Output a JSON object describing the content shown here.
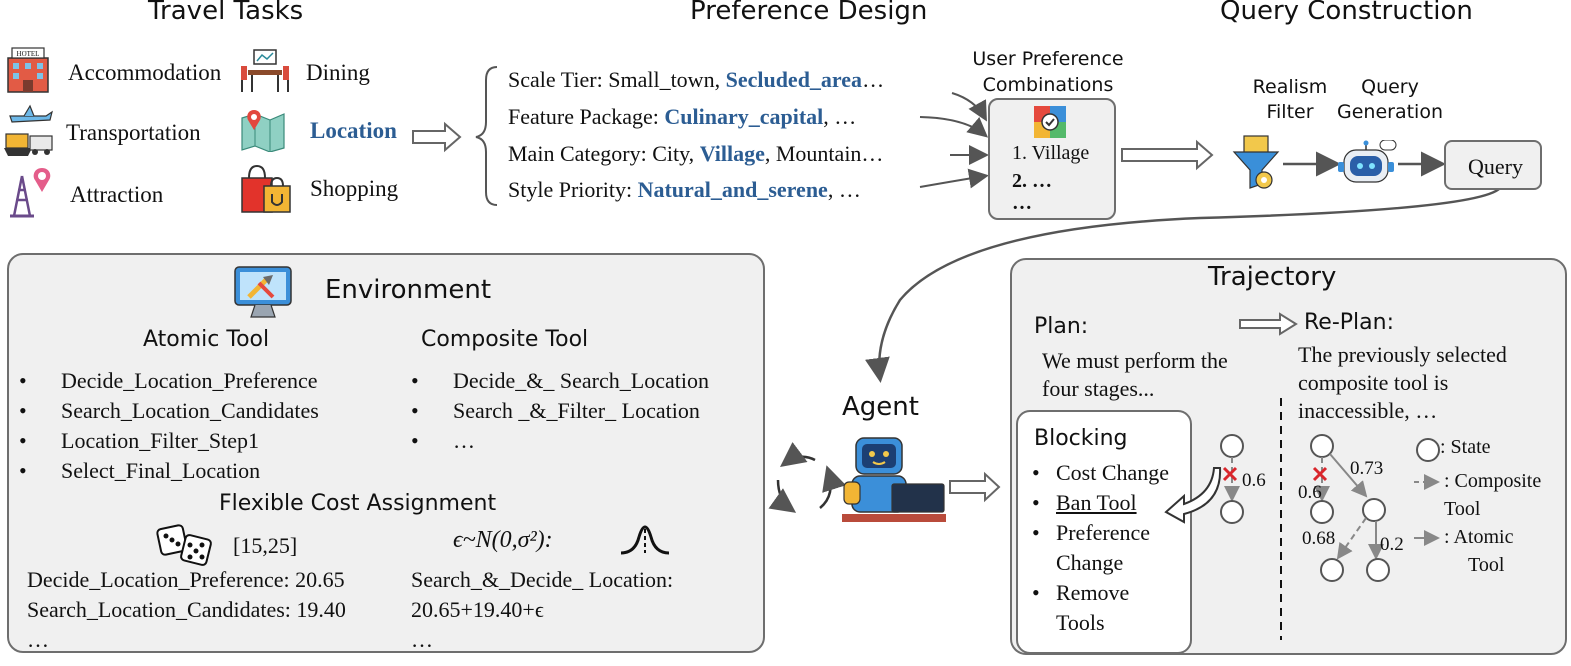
{
  "travel_tasks": {
    "title": "Travel Tasks",
    "items": [
      "Accommodation",
      "Dining",
      "Transportation",
      "Location",
      "Attraction",
      "Shopping"
    ],
    "hotel_sign": "HOTEL"
  },
  "preference_design": {
    "title": "Preference Design",
    "rows": [
      {
        "label": "Scale Tier: ",
        "plain": "Small_town, ",
        "highlight": "Secluded_area",
        "tail": "…"
      },
      {
        "label": "Feature Package: ",
        "plain": "",
        "highlight": "Culinary_capital",
        "tail": ", …"
      },
      {
        "label": "Main Category: ",
        "plain": "City, ",
        "highlight": "Village",
        "tail": ", Mountain…"
      },
      {
        "label": "Style Priority: ",
        "plain": "",
        "highlight": "Natural_and_serene",
        "tail": ", …"
      }
    ],
    "combo_title": "User Preference Combinations",
    "combo_items": [
      "1. Village",
      "2. …",
      "…"
    ]
  },
  "query_construction": {
    "title": "Query Construction",
    "realism_filter": "Realism Filter",
    "query_generation": "Query Generation",
    "query_box": "Query"
  },
  "environment": {
    "title": "Environment",
    "atomic_title": "Atomic Tool",
    "composite_title": "Composite Tool",
    "atomic_tools": [
      "Decide_Location_Preference",
      "Search_Location_Candidates",
      "Location_Filter_Step1",
      "Select_Final_Location"
    ],
    "composite_tools": [
      "Decide_&_ Search_Location",
      "Search _&_Filter_ Location",
      "…"
    ],
    "cost_title": "Flexible Cost Assignment",
    "cost_range": "[15,25]",
    "noise_formula": "ϵ~N(0,σ²):",
    "atomic_costs": [
      "Decide_Location_Preference: 20.65",
      "Search_Location_Candidates: 19.40",
      "…"
    ],
    "composite_costs": [
      "Search_&_Decide_ Location:",
      "20.65+19.40+ϵ",
      "…"
    ]
  },
  "agent": {
    "label": "Agent"
  },
  "trajectory": {
    "title": "Trajectory",
    "plan_title": "Plan:",
    "plan_text": [
      "We must perform the",
      "four stages..."
    ],
    "replan_title": "Re-Plan:",
    "replan_text": [
      "The previously selected",
      "composite tool is",
      "inaccessible, …"
    ],
    "blocking_title": "Blocking",
    "blocking_items": [
      "Cost Change",
      "Ban Tool",
      "Preference",
      "Change",
      "Remove",
      "Tools"
    ],
    "left_tree_weight": "0.6",
    "right_tree_weights": [
      "0.73",
      "0.6",
      "0.68",
      "0.2"
    ],
    "legend": [
      ": State",
      ": Composite",
      "Tool",
      ": Atomic",
      "Tool"
    ]
  },
  "colors": {
    "accent_blue": "#2c5d93",
    "panel_bg": "#f0f0f0",
    "panel_border": "#6e6e6e",
    "block_x": "#d9262c"
  }
}
